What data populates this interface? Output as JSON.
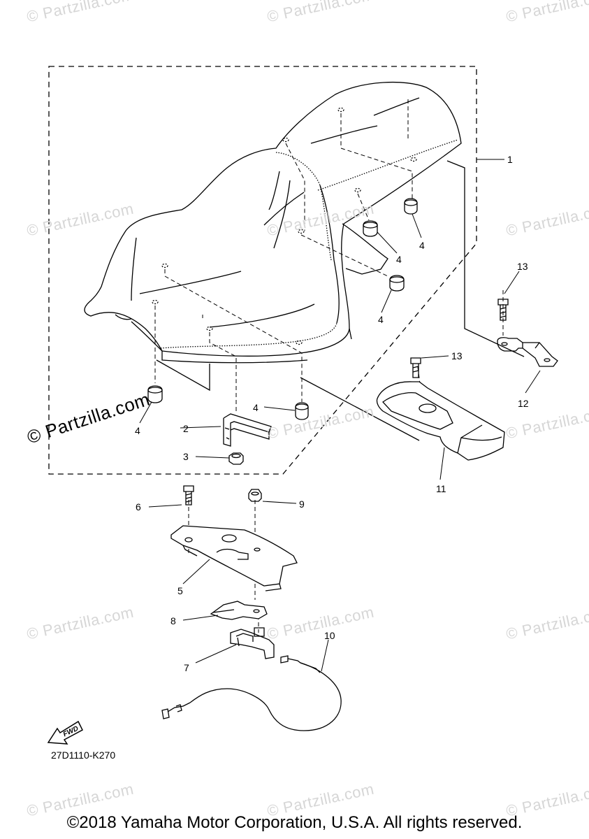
{
  "watermarks": {
    "site": "© Partzilla.com"
  },
  "callouts": {
    "p1": "1",
    "p2": "2",
    "p3": "3",
    "p4a": "4",
    "p4b": "4",
    "p4c": "4",
    "p4d": "4",
    "p4e": "4",
    "p5": "5",
    "p6": "6",
    "p7": "7",
    "p8": "8",
    "p9": "9",
    "p10": "10",
    "p11": "11",
    "p12": "12",
    "p13a": "13",
    "p13b": "13"
  },
  "fwd_label": "FWD",
  "diagram_code": "27D1110-K270",
  "copyright": "©2018 Yamaha Motor Corporation, U.S.A. All rights reserved."
}
